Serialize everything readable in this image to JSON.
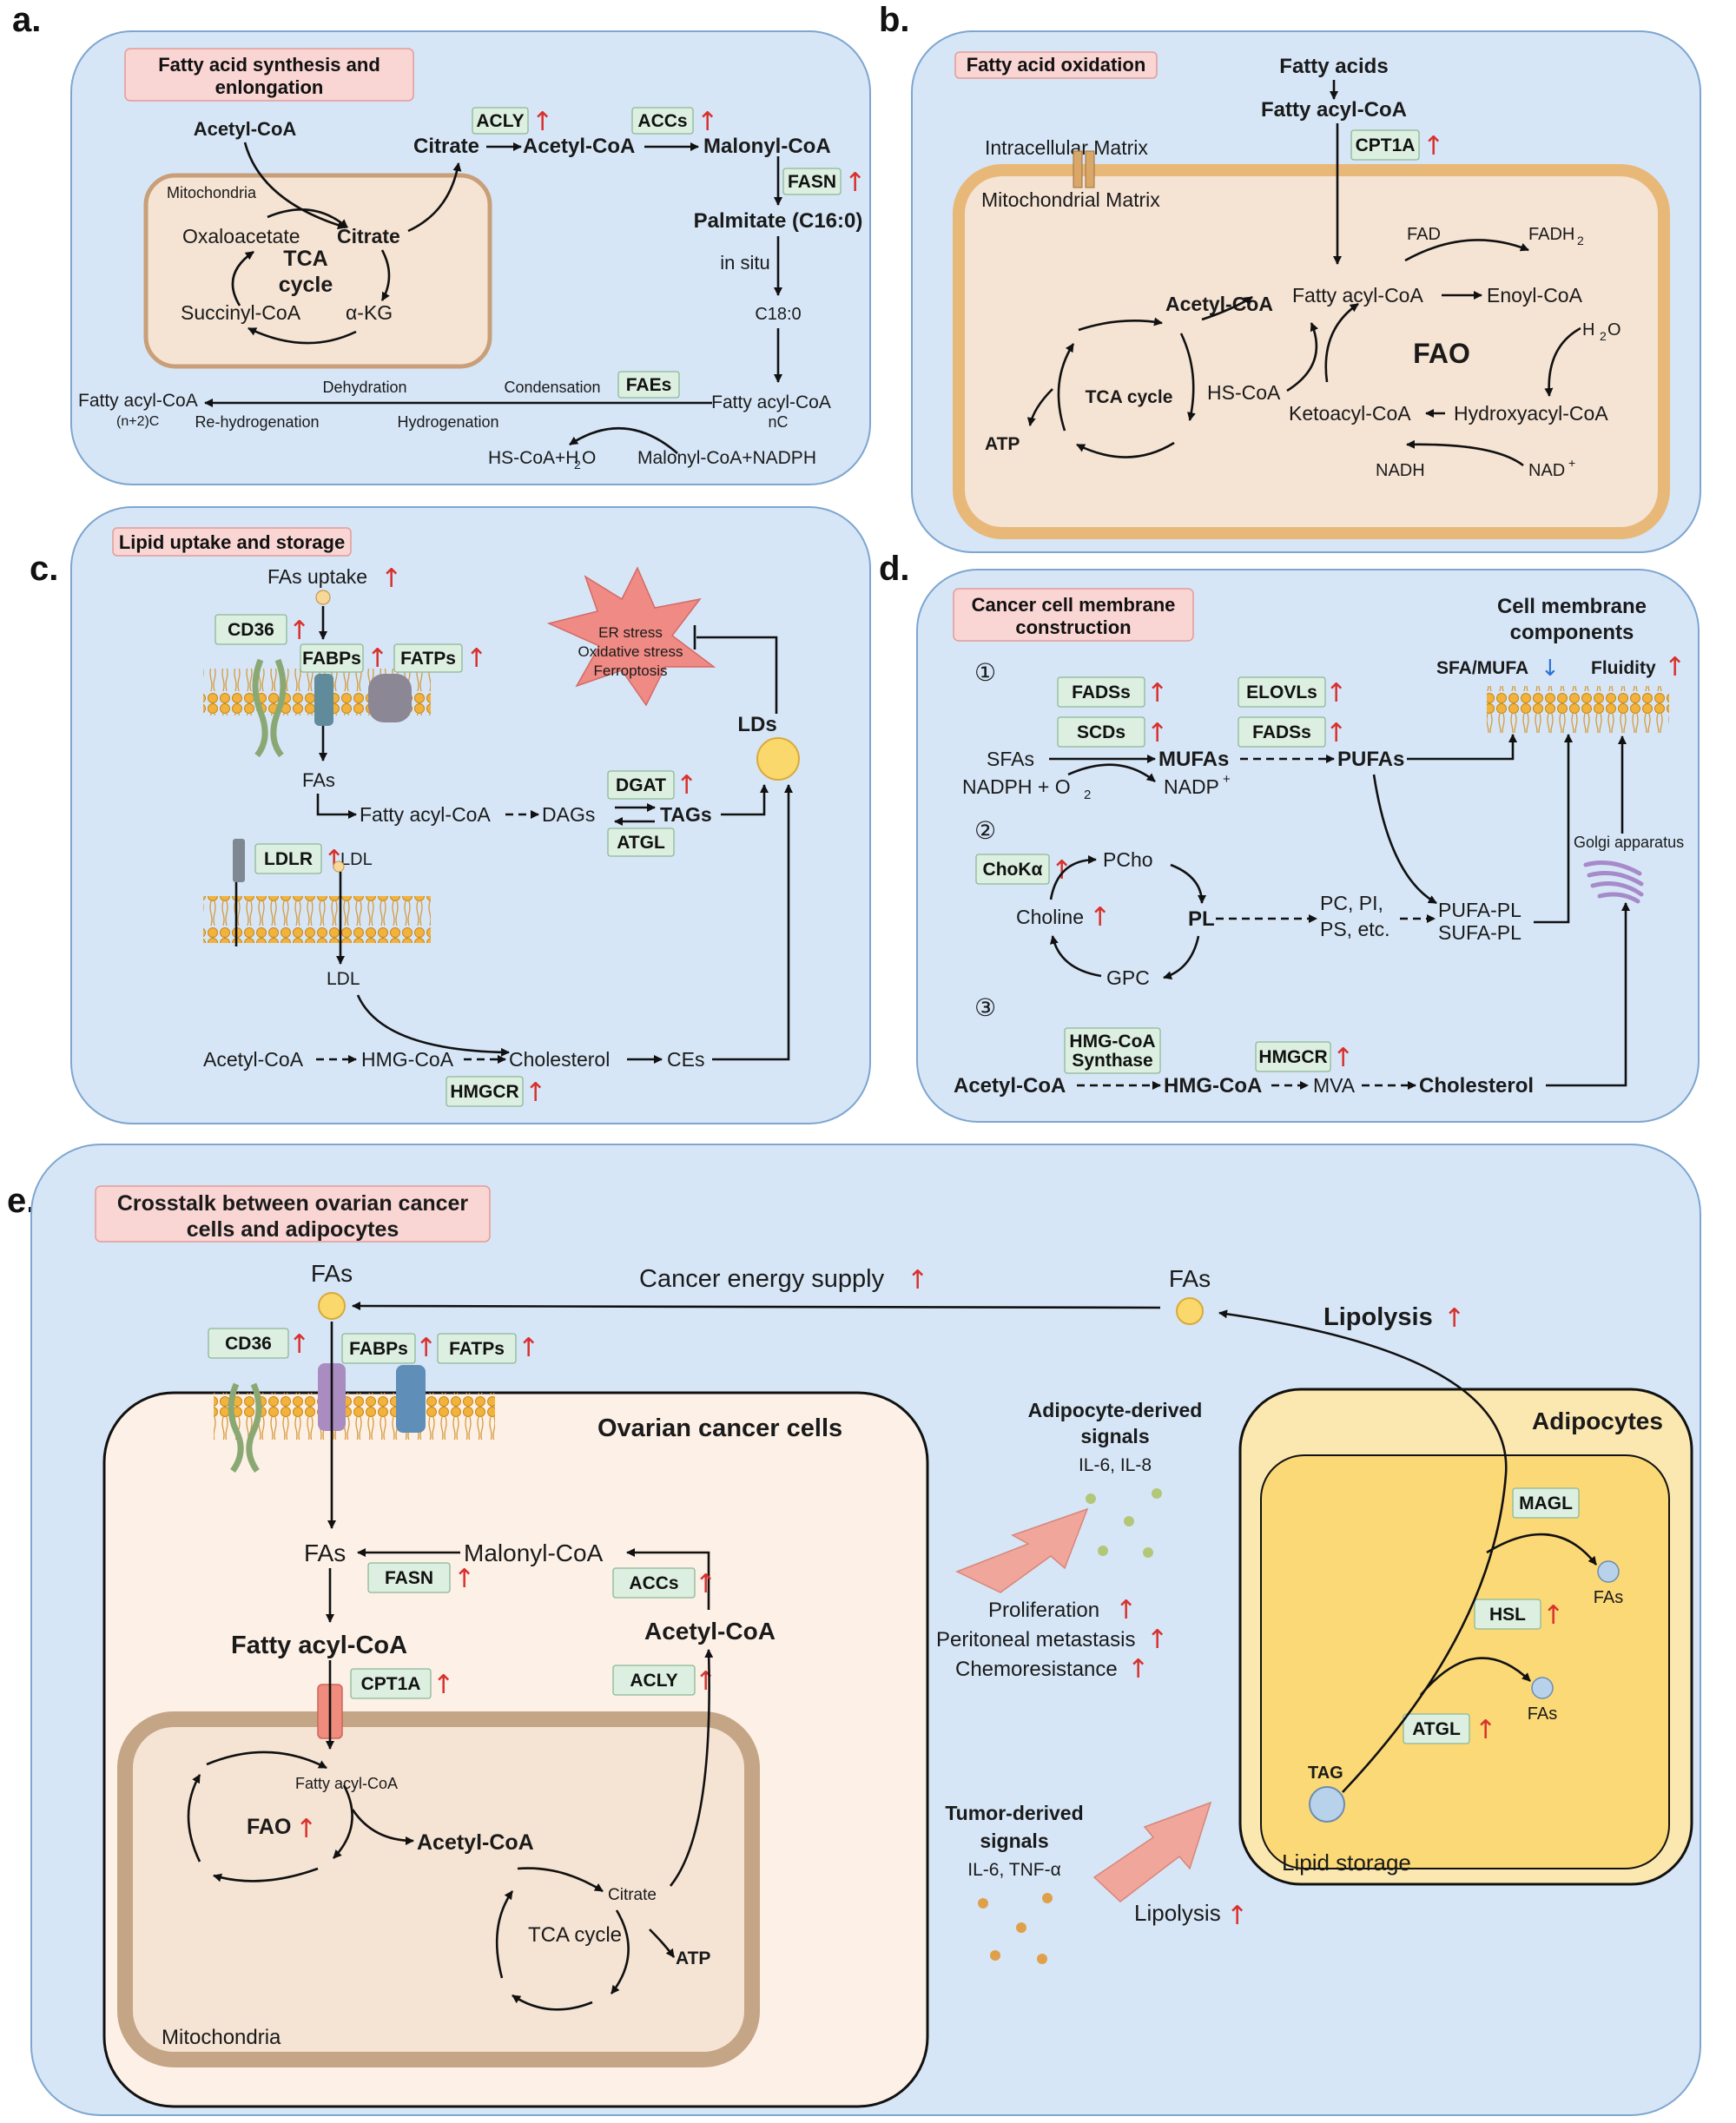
{
  "panel_letters": {
    "a": "a.",
    "b": "b.",
    "c": "c.",
    "d": "d.",
    "e": "e."
  },
  "a": {
    "title_1": "Fatty acid synthesis and",
    "title_2": "enlongation",
    "acetyl_coa_top": "Acetyl-CoA",
    "mitochondria": "Mitochondria",
    "oxaloacetate": "Oxaloacetate",
    "citrate_inner": "Citrate",
    "tca": "TCA",
    "cycle": "cycle",
    "succinyl": "Succinyl-CoA",
    "akg": "α-KG",
    "citrate": "Citrate",
    "acetyl_coa": "Acetyl-CoA",
    "malonyl_coa": "Malonyl-CoA",
    "acly": "ACLY",
    "accs": "ACCs",
    "fasn": "FASN",
    "palmitate": "Palmitate (C16:0)",
    "in_situ": "in situ",
    "c18": "C18:0",
    "faes": "FAEs",
    "condensation": "Condensation",
    "dehydration": "Dehydration",
    "hydrogenation": "Hydrogenation",
    "rehydrogenation": "Re-hydrogenation",
    "fatty_acyl_coa_nc": "Fatty acyl-CoA",
    "nc": "nC",
    "fatty_acyl_coa_n2": "Fatty acyl-CoA",
    "n2c": "(n+2)C",
    "hs_coa_h2o": "HS-CoA+H",
    "h2o_tail": "O",
    "malonyl_nadph": "Malonyl-CoA+NADPH"
  },
  "b": {
    "title": "Fatty acid oxidation",
    "fatty_acids": "Fatty acids",
    "fatty_acyl_coa": "Fatty acyl-CoA",
    "cpt1a": "CPT1A",
    "intracellular": "Intracellular Matrix",
    "mito_matrix": "Mitochondrial Matrix",
    "fad": "FAD",
    "fadh2": "FADH",
    "fatty_acyl_inner": "Fatty acyl-CoA",
    "enoyl": "Enoyl-CoA",
    "acetyl_coa": "Acetyl-CoA",
    "h2o": "H",
    "o": "O",
    "fao": "FAO",
    "tca": "TCA cycle",
    "hs_coa": "HS-CoA",
    "ketoacyl": "Ketoacyl-CoA",
    "hydroxyacyl": "Hydroxyacyl-CoA",
    "atp": "ATP",
    "nadh": "NADH",
    "nad": "NAD"
  },
  "c": {
    "title": "Lipid uptake and storage",
    "fas_uptake": "FAs uptake",
    "cd36": "CD36",
    "fabps": "FABPs",
    "fatps": "FATPs",
    "fas": "FAs",
    "fatty_acyl": "Fatty acyl-CoA",
    "dags": "DAGs",
    "tags": "TAGs",
    "dgat": "DGAT",
    "atgl": "ATGL",
    "ldlr": "LDLR",
    "ldl_top": "LDL",
    "ldl": "LDL",
    "acetyl": "Acetyl-CoA",
    "hmg": "HMG-CoA",
    "chol": "Cholesterol",
    "ces": "CEs",
    "hmgcr": "HMGCR",
    "lds": "LDs",
    "stress_1": "ER stress",
    "stress_2": "Oxidative stress",
    "stress_3": "Ferroptosis"
  },
  "d": {
    "title_1": "Cancer cell membrane",
    "title_2": "construction",
    "comp_1": "Cell membrane",
    "comp_2": "components",
    "sfa": "SFA/MUFA",
    "fluidity": "Fluidity",
    "n1": "①",
    "n2": "②",
    "n3": "③",
    "fadss": "FADSs",
    "scds": "SCDs",
    "elovls": "ELOVLs",
    "fadss2": "FADSs",
    "sfas": "SFAs",
    "nadph": "NADPH + O",
    "nadp": "NADP",
    "mufas": "MUFAs",
    "pufas": "PUFAs",
    "chok": "ChoKα",
    "pcho": "PCho",
    "choline": "Choline",
    "pl": "PL",
    "gpc": "GPC",
    "pc": "PC, PI,",
    "ps": "PS, etc.",
    "pufa_pl": "PUFA-PL",
    "sufa_pl": "SUFA-PL",
    "golgi": "Golgi apparatus",
    "hmgcs_1": "HMG-CoA",
    "hmgcs_2": "Synthase",
    "hmgcr": "HMGCR",
    "acetyl": "Acetyl-CoA",
    "hmg": "HMG-CoA",
    "mva": "MVA",
    "chol": "Cholesterol"
  },
  "e": {
    "title_1": "Crosstalk between ovarian cancer",
    "title_2": "cells and adipocytes",
    "fas_top": "FAs",
    "energy": "Cancer energy supply",
    "fas_right": "FAs",
    "lipolysis_top": "Lipolysis",
    "cd36": "CD36",
    "fabps": "FABPs",
    "fatps": "FATPs",
    "ovarian": "Ovarian cancer cells",
    "fas_in": "FAs",
    "malonyl": "Malonyl-CoA",
    "fasn": "FASN",
    "accs": "ACCs",
    "fatty_acyl": "Fatty acyl-CoA",
    "acetyl_right": "Acetyl-CoA",
    "cpt1a": "CPT1A",
    "acly": "ACLY",
    "fatty_acyl_small": "Fatty acyl-CoA",
    "fao": "FAO",
    "acetyl_mid": "Acetyl-CoA",
    "citrate": "Citrate",
    "tca": "TCA cycle",
    "atp": "ATP",
    "mito": "Mitochondria",
    "adipo_sig_1": "Adipocyte-derived",
    "adipo_sig_2": "signals",
    "il6_8": "IL-6, IL-8",
    "prolif": "Proliferation",
    "perit": "Peritoneal metastasis",
    "chemo": "Chemoresistance",
    "tumor_sig_1": "Tumor-derived",
    "tumor_sig_2": "signals",
    "il6_tnf": "IL-6, TNF-α",
    "lipolysis_low": "Lipolysis",
    "adipocytes": "Adipocytes",
    "magl": "MAGL",
    "hsl": "HSL",
    "atgl": "ATGL",
    "fas_a": "FAs",
    "fas_b": "FAs",
    "tag": "TAG",
    "lipid_storage": "Lipid storage"
  },
  "up_arrow": "↑",
  "down_arrow": "↓",
  "colors": {
    "panel_bg": "#d6e6f7",
    "cell_bg": "#fdf0e6",
    "mito_bg": "#f5e3d3",
    "enzyme_bg": "#dcefe0",
    "title_bg": "#f9d5d3",
    "up": "#d9302c",
    "down": "#2f6fd6",
    "adipo_outer": "#fbe7b0",
    "adipo_inner": "#fcd977"
  }
}
